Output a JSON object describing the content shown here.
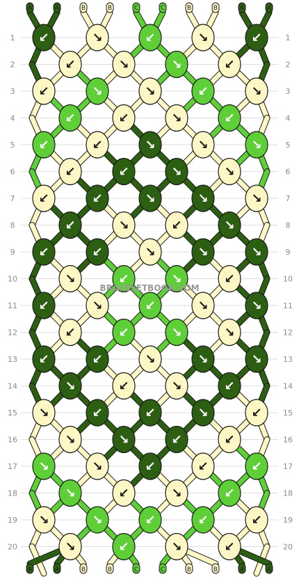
{
  "watermark": "BRACELETBOOK.COM",
  "colors": {
    "A": "#2d5f12",
    "B": "#fcf7c4",
    "C": "#5ecf37",
    "outline": "#1a1a1a",
    "grid": "#dddddd"
  },
  "strings": {
    "top": [
      "A",
      "A",
      "B",
      "B",
      "C",
      "C",
      "B",
      "B",
      "A",
      "A"
    ]
  },
  "rows": [
    {
      "n": "1",
      "knots": [
        {
          "c": "A",
          "d": "↙"
        },
        {
          "c": "B",
          "d": "↘"
        },
        {
          "c": "C",
          "d": "↙"
        },
        {
          "c": "B",
          "d": "↘"
        },
        {
          "c": "A",
          "d": "↙"
        }
      ]
    },
    {
      "n": "2",
      "knots": [
        {
          "c": "B",
          "d": "↙"
        },
        {
          "c": "B",
          "d": "↘"
        },
        {
          "c": "C",
          "d": "↘"
        },
        {
          "c": "B",
          "d": "↙"
        }
      ]
    },
    {
      "n": "3",
      "knots": [
        {
          "c": "B",
          "d": "↙"
        },
        {
          "c": "C",
          "d": "↘"
        },
        {
          "c": "B",
          "d": "↘"
        },
        {
          "c": "C",
          "d": "↙"
        },
        {
          "c": "B",
          "d": "↘"
        }
      ]
    },
    {
      "n": "4",
      "knots": [
        {
          "c": "C",
          "d": "↙"
        },
        {
          "c": "B",
          "d": "↙"
        },
        {
          "c": "B",
          "d": "↘"
        },
        {
          "c": "C",
          "d": "↙"
        }
      ]
    },
    {
      "n": "5",
      "knots": [
        {
          "c": "C",
          "d": "↙"
        },
        {
          "c": "B",
          "d": "↙"
        },
        {
          "c": "A",
          "d": "↘"
        },
        {
          "c": "B",
          "d": "↘"
        },
        {
          "c": "C",
          "d": "↘"
        }
      ]
    },
    {
      "n": "6",
      "knots": [
        {
          "c": "B",
          "d": "↙"
        },
        {
          "c": "A",
          "d": "↙"
        },
        {
          "c": "A",
          "d": "↘"
        },
        {
          "c": "B",
          "d": "↘"
        }
      ]
    },
    {
      "n": "7",
      "knots": [
        {
          "c": "B",
          "d": "↙"
        },
        {
          "c": "A",
          "d": "↙"
        },
        {
          "c": "A",
          "d": "↘"
        },
        {
          "c": "A",
          "d": "↘"
        },
        {
          "c": "B",
          "d": "↘"
        }
      ]
    },
    {
      "n": "8",
      "knots": [
        {
          "c": "A",
          "d": "↙"
        },
        {
          "c": "B",
          "d": "↘"
        },
        {
          "c": "B",
          "d": "↙"
        },
        {
          "c": "A",
          "d": "↘"
        }
      ]
    },
    {
      "n": "9",
      "knots": [
        {
          "c": "A",
          "d": "↙"
        },
        {
          "c": "A",
          "d": "↙"
        },
        {
          "c": "B",
          "d": "↘"
        },
        {
          "c": "A",
          "d": "↘"
        },
        {
          "c": "A",
          "d": "↘"
        }
      ]
    },
    {
      "n": "10",
      "knots": [
        {
          "c": "B",
          "d": "↘"
        },
        {
          "c": "C",
          "d": "↙"
        },
        {
          "c": "C",
          "d": "↘"
        },
        {
          "c": "B",
          "d": "↙"
        }
      ]
    },
    {
      "n": "11",
      "knots": [
        {
          "c": "A",
          "d": "↙"
        },
        {
          "c": "B",
          "d": "↘"
        },
        {
          "c": "C",
          "d": "↙"
        },
        {
          "c": "B",
          "d": "↘"
        },
        {
          "c": "A",
          "d": "↘"
        }
      ]
    },
    {
      "n": "12",
      "knots": [
        {
          "c": "B",
          "d": "↙"
        },
        {
          "c": "C",
          "d": "↙"
        },
        {
          "c": "C",
          "d": "↘"
        },
        {
          "c": "B",
          "d": "↘"
        }
      ]
    },
    {
      "n": "13",
      "knots": [
        {
          "c": "A",
          "d": "↙"
        },
        {
          "c": "A",
          "d": "↙"
        },
        {
          "c": "B",
          "d": "↘"
        },
        {
          "c": "A",
          "d": "↘"
        },
        {
          "c": "A",
          "d": "↘"
        }
      ]
    },
    {
      "n": "14",
      "knots": [
        {
          "c": "A",
          "d": "↘"
        },
        {
          "c": "B",
          "d": "↙"
        },
        {
          "c": "B",
          "d": "↘"
        },
        {
          "c": "A",
          "d": "↙"
        }
      ]
    },
    {
      "n": "15",
      "knots": [
        {
          "c": "B",
          "d": "↘"
        },
        {
          "c": "A",
          "d": "↙"
        },
        {
          "c": "A",
          "d": "↙"
        },
        {
          "c": "A",
          "d": "↘"
        },
        {
          "c": "B",
          "d": "↙"
        }
      ]
    },
    {
      "n": "16",
      "knots": [
        {
          "c": "B",
          "d": "↘"
        },
        {
          "c": "A",
          "d": "↘"
        },
        {
          "c": "A",
          "d": "↙"
        },
        {
          "c": "B",
          "d": "↙"
        }
      ]
    },
    {
      "n": "17",
      "knots": [
        {
          "c": "C",
          "d": "↘"
        },
        {
          "c": "B",
          "d": "↘"
        },
        {
          "c": "A",
          "d": "↙"
        },
        {
          "c": "B",
          "d": "↙"
        },
        {
          "c": "C",
          "d": "↙"
        }
      ]
    },
    {
      "n": "18",
      "knots": [
        {
          "c": "C",
          "d": "↘"
        },
        {
          "c": "B",
          "d": "↙"
        },
        {
          "c": "B",
          "d": "↘"
        },
        {
          "c": "C",
          "d": "↙"
        }
      ]
    },
    {
      "n": "19",
      "knots": [
        {
          "c": "B",
          "d": "↘"
        },
        {
          "c": "C",
          "d": "↘"
        },
        {
          "c": "C",
          "d": "↙"
        },
        {
          "c": "C",
          "d": "↙"
        },
        {
          "c": "B",
          "d": "↙"
        }
      ]
    },
    {
      "n": "20",
      "knots": [
        {
          "c": "B",
          "d": "↘"
        },
        {
          "c": "C",
          "d": "↙"
        },
        {
          "c": "B",
          "d": "↘"
        },
        {
          "c": "B",
          "d": "↙"
        }
      ]
    }
  ]
}
